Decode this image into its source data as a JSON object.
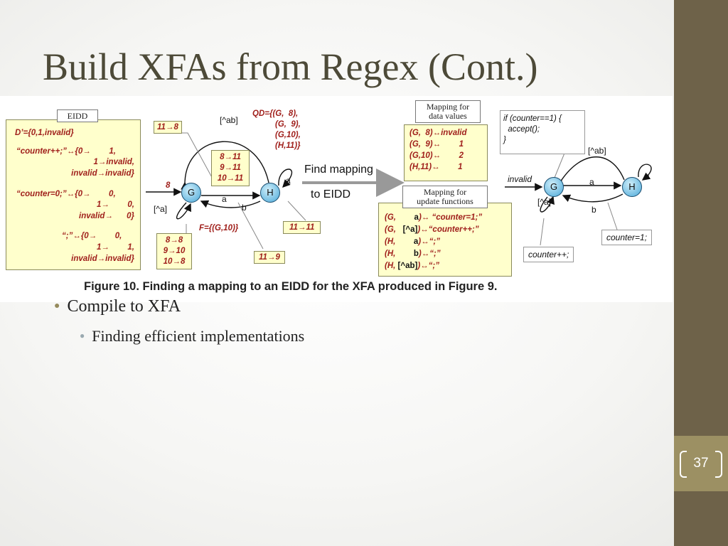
{
  "slide": {
    "title": "Build XFAs from Regex (Cont.)",
    "page_number": "37",
    "bullets": [
      {
        "text": "Compile to XFA"
      },
      {
        "text": "Finding efficient implementations"
      }
    ]
  },
  "figure": {
    "caption": "Figure 10. Finding a mapping to an EIDD for the XFA produced in Figure 9.",
    "eidd": {
      "header": "EIDD",
      "domain": "D’={0,1,invalid}",
      "inc": [
        "“counter++;”↔{0→        1,",
        "1→invalid,",
        "invalid→invalid}"
      ],
      "reset": [
        "“counter=0;”↔{0→        0,",
        "1→        0,",
        "invalid→      0}"
      ],
      "noop": [
        "“;”↔{0→        0,",
        "1→        1,",
        "invalid→invalid}"
      ]
    },
    "left_graph": {
      "node_g": "G",
      "node_h": "H",
      "edge_ab": "[^ab]",
      "edge_a1": "a",
      "edge_a2": "a",
      "edge_b": "b",
      "edge_na": "[^a]",
      "qd": [
        "QD={(G,  8),",
        "(G,  9),",
        "(G,10),",
        "(H,11)}"
      ],
      "box_11_8": "11→8",
      "box_inner": [
        "8→11",
        "9→11",
        "10→11"
      ],
      "start_val": "8",
      "f_label": "F={(G,10)}",
      "box_886": [
        "8→8",
        "9→10",
        "10→8"
      ],
      "box_11_11": "11→11",
      "box_11_9": "11→9"
    },
    "arrow_text": [
      "Find mapping",
      "to EIDD"
    ],
    "data_map": {
      "header": [
        "Mapping for",
        "data values"
      ],
      "rows": [
        "(G,  8)↔invalid",
        "(G,  9)↔        1",
        "(G,10)↔        2",
        "(H,11)↔        1"
      ]
    },
    "update_map": {
      "header": [
        "Mapping for",
        "update functions"
      ],
      "rows": [
        {
          "pre": "(G,        ",
          "sym": "a",
          "post": ")↔ “counter=1;”"
        },
        {
          "pre": "(G,   ",
          "sym": "[^a]",
          "post": ")↔“counter++;”"
        },
        {
          "pre": "(H,        ",
          "sym": "a",
          "post": ")↔“;”"
        },
        {
          "pre": "(H,        ",
          "sym": "b",
          "post": ")↔“;”"
        },
        {
          "pre": "(H, ",
          "sym": "[^ab]",
          "post": ")↔“;”"
        }
      ]
    },
    "right_graph": {
      "code": [
        "if (counter==1) {",
        "  accept();",
        "}"
      ],
      "node_g": "G",
      "node_h": "H",
      "edge_ab": "[^ab]",
      "edge_a1": "a",
      "edge_a2": "a",
      "edge_b": "b",
      "edge_na": "[^a]",
      "invalid": "invalid",
      "counter_inc": "counter++;",
      "counter_set": "counter=1;"
    }
  }
}
